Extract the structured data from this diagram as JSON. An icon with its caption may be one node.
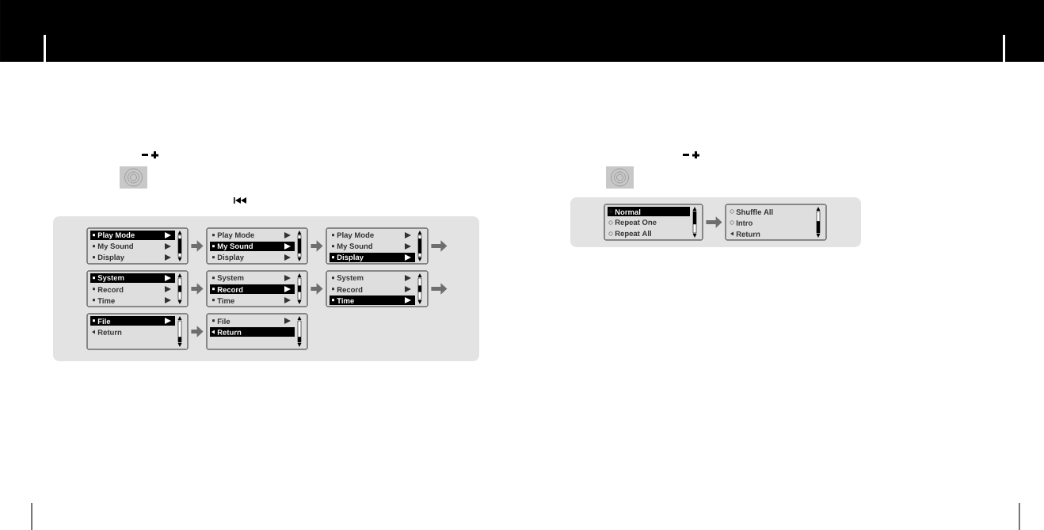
{
  "diagram": {
    "nodes": [
      {
        "text": [
          "Play Mode",
          "My Sound",
          "Display"
        ]
      },
      {
        "text": [
          "Play Mode",
          "My Sound",
          "Display"
        ]
      },
      {
        "text": [
          "Play Mode",
          "My Sound",
          "Display"
        ]
      },
      {
        "text": [
          "System",
          "Record",
          "Time"
        ]
      },
      {
        "text": [
          "System",
          "Record",
          "Time"
        ]
      },
      {
        "text": [
          "System",
          "Record",
          "Time"
        ]
      },
      {
        "text": [
          "File",
          "Return"
        ]
      },
      {
        "text": [
          "File",
          "Return"
        ]
      },
      {
        "text": [
          "Normal",
          "Repeat One",
          "Repeat All"
        ]
      },
      {
        "text": [
          "Shuffle All",
          "Intro",
          "Return"
        ]
      }
    ],
    "edges": [
      {
        "from": 0,
        "to": 1,
        "arrow": "to"
      },
      {
        "from": 1,
        "to": 2,
        "arrow": "to"
      },
      {
        "from": 2,
        "to": null,
        "arrow": "to"
      },
      {
        "from": 3,
        "to": 4,
        "arrow": "to"
      },
      {
        "from": 4,
        "to": 5,
        "arrow": "to"
      },
      {
        "from": 5,
        "to": null,
        "arrow": "to"
      },
      {
        "from": 6,
        "to": 7,
        "arrow": "to"
      },
      {
        "from": 8,
        "to": 9,
        "arrow": "to"
      }
    ]
  }
}
